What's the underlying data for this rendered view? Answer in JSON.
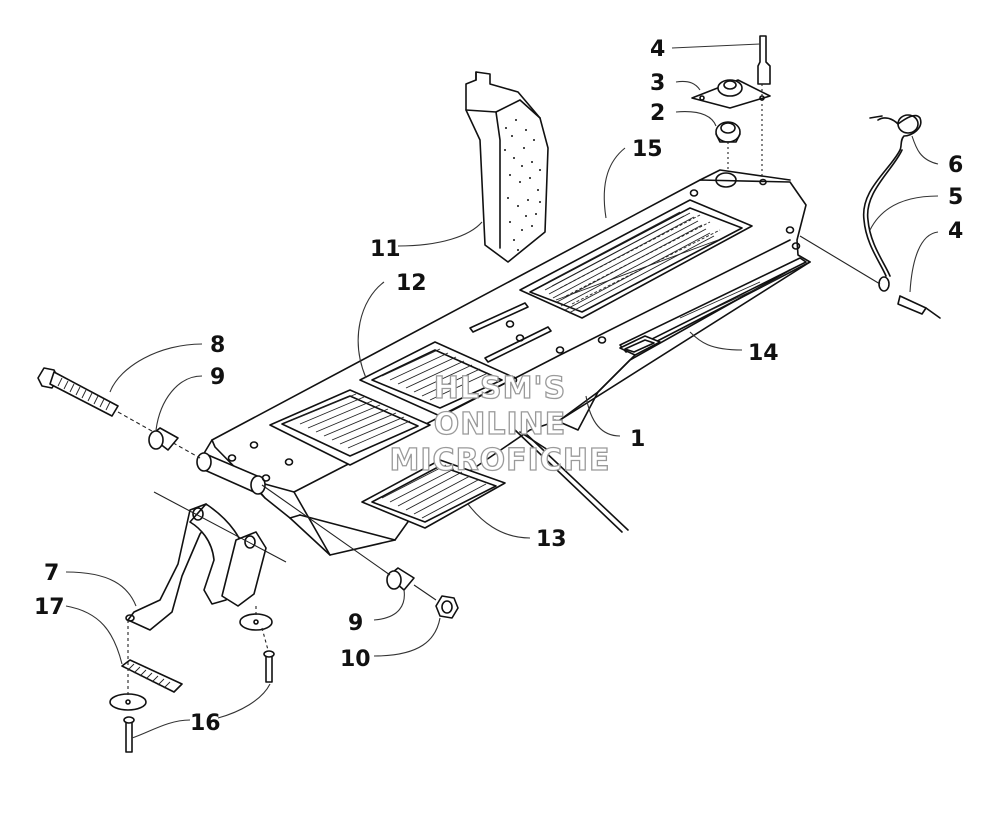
{
  "diagram": {
    "callouts": [
      {
        "id": "c4a",
        "label": "4"
      },
      {
        "id": "c3",
        "label": "3"
      },
      {
        "id": "c2",
        "label": "2"
      },
      {
        "id": "c15",
        "label": "15"
      },
      {
        "id": "c6",
        "label": "6"
      },
      {
        "id": "c5",
        "label": "5"
      },
      {
        "id": "c4b",
        "label": "4"
      },
      {
        "id": "c11",
        "label": "11"
      },
      {
        "id": "c12",
        "label": "12"
      },
      {
        "id": "c8",
        "label": "8"
      },
      {
        "id": "c9a",
        "label": "9"
      },
      {
        "id": "c14",
        "label": "14"
      },
      {
        "id": "c1",
        "label": "1"
      },
      {
        "id": "c13",
        "label": "13"
      },
      {
        "id": "c7",
        "label": "7"
      },
      {
        "id": "c17",
        "label": "17"
      },
      {
        "id": "c9b",
        "label": "9"
      },
      {
        "id": "c10",
        "label": "10"
      },
      {
        "id": "c16",
        "label": "16"
      }
    ]
  },
  "watermark": {
    "line1": "HLSM'S",
    "line2": "ONLINE",
    "line3": "MICROFICHE"
  }
}
